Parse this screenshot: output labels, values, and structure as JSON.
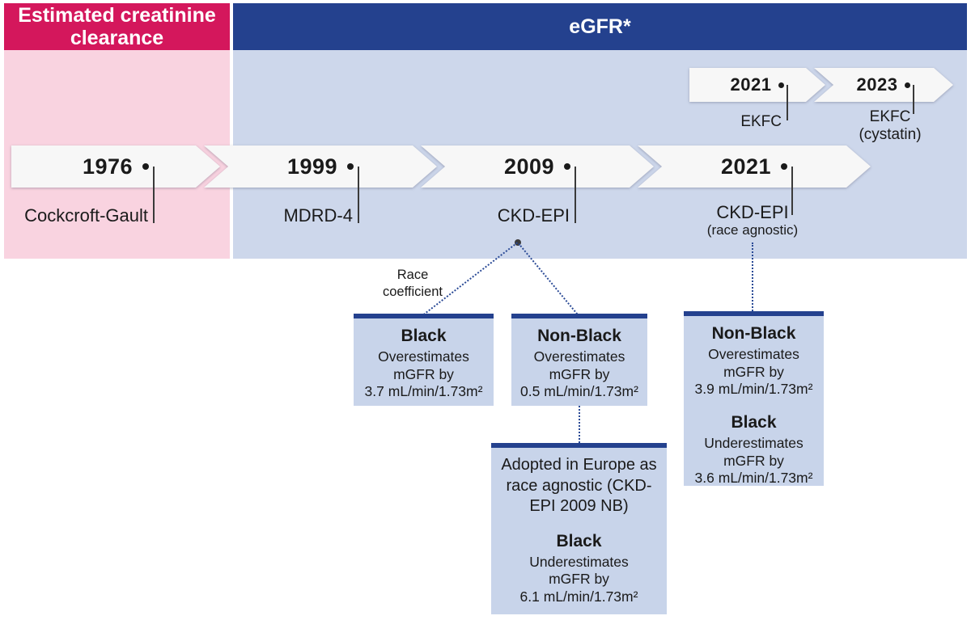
{
  "header": {
    "left_title": "Estimated creatinine clearance",
    "right_title": "eGFR*"
  },
  "main_timeline": {
    "items": [
      {
        "year": "1976",
        "label": "Cockcroft-Gault",
        "sublabel": ""
      },
      {
        "year": "1999",
        "label": "MDRD-4",
        "sublabel": ""
      },
      {
        "year": "2009",
        "label": "CKD-EPI",
        "sublabel": ""
      },
      {
        "year": "2021",
        "label": "CKD-EPI",
        "sublabel": "(race agnostic)"
      }
    ]
  },
  "upper_timeline": {
    "items": [
      {
        "year": "2021",
        "label": "EKFC",
        "sublabel": ""
      },
      {
        "year": "2023",
        "label": "EKFC",
        "sublabel": "(cystatin)"
      }
    ]
  },
  "annotations": {
    "race_coefficient": "Race\ncoefficient"
  },
  "boxes": {
    "black_2009": {
      "title": "Black",
      "lines": [
        "Overestimates",
        "mGFR by",
        "3.7 mL/min/1.73m²"
      ]
    },
    "nonblack_2009": {
      "title": "Non-Black",
      "lines": [
        "Overestimates",
        "mGFR by",
        "0.5 mL/min/1.73m²"
      ]
    },
    "europe_2009": {
      "heading": "Adopted in Europe as race agnostic (CKD-EPI 2009 NB)",
      "title": "Black",
      "lines": [
        "Underestimates",
        "mGFR by",
        "6.1 mL/min/1.73m²"
      ]
    },
    "race_agnostic_2021": {
      "sections": [
        {
          "title": "Non-Black",
          "lines": [
            "Overestimates",
            "mGFR by",
            "3.9 mL/min/1.73m²"
          ]
        },
        {
          "title": "Black",
          "lines": [
            "Underestimates",
            "mGFR by",
            "3.6 mL/min/1.73m²"
          ]
        }
      ]
    }
  },
  "colors": {
    "pink_header": "#D4175C",
    "pink_background": "#F9D3E0",
    "blue_header": "#24418E",
    "blue_background": "#CDD7EB",
    "box_background": "#C8D4EA",
    "arrow_fill": "#F7F7F7",
    "connector_blue": "#2A4A96"
  }
}
